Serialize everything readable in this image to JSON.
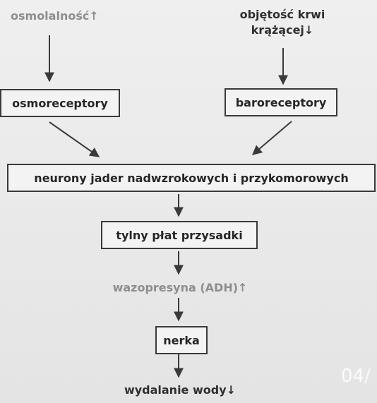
{
  "nodes": {
    "osmolality": "osmolalność↑",
    "blood_volume_line1": "objętość krwi",
    "blood_volume_line2": "krążącej↓",
    "osmoreceptors": "osmoreceptory",
    "baroreceptors": "baroreceptory",
    "neurons": "neurony jader nadwzrokowych i przykomorowych",
    "posterior_pituitary": "tylny płat przysadki",
    "vasopressin": "wazopresyna (ADH)↑",
    "kidney": "nerka",
    "water_excretion": "wydalanie wody↓"
  },
  "watermark": "04/",
  "colors": {
    "background": "#ebebeb",
    "box_border": "#3a3a3a",
    "box_fill": "#f3f3f3",
    "text_dark": "#2f2f2f",
    "text_grey": "#8e8e8e",
    "arrow": "#3a3a3a"
  }
}
